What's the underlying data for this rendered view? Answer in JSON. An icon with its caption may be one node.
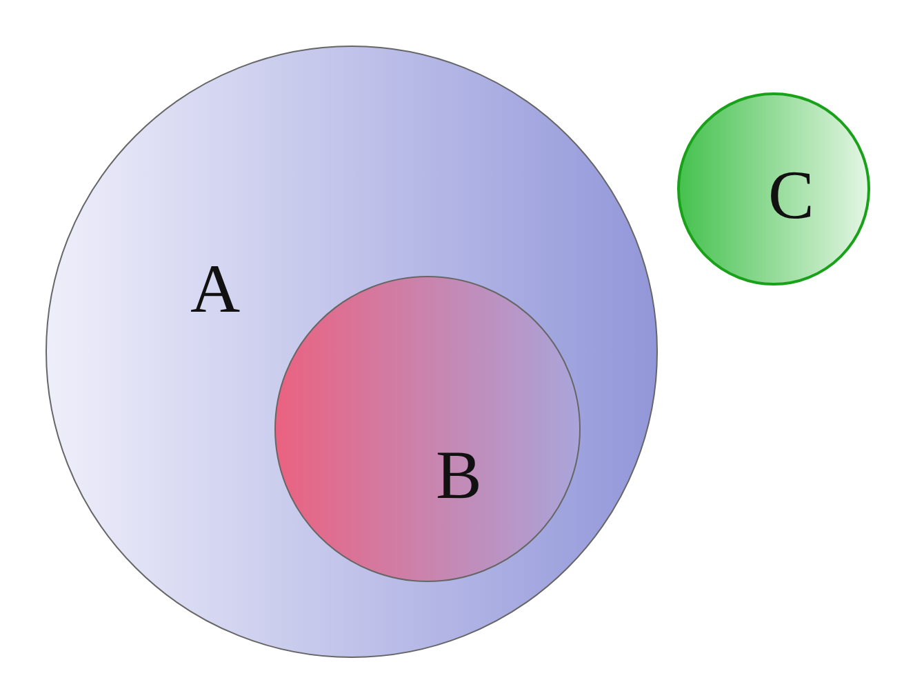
{
  "diagram": {
    "nodes": [
      {
        "text": [
          "A"
        ]
      },
      {
        "text": [
          "B"
        ],
        "in": 0
      },
      {
        "text": [
          "C"
        ]
      }
    ]
  }
}
